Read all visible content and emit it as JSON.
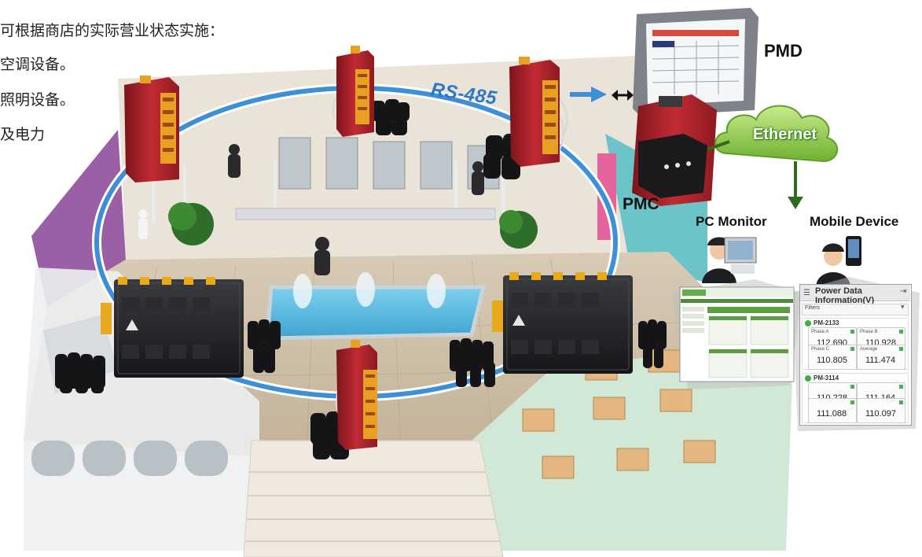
{
  "intro": {
    "lines": [
      "可根据商店的实际营业状态实施：",
      "空调设备。",
      "照明设备。",
      "及电力"
    ]
  },
  "labels": {
    "bus": "RS-485",
    "pmd": "PMD",
    "pmc": "PMC",
    "ethernet": "Ethernet",
    "pc_monitor": "PC Monitor",
    "mobile_device": "Mobile Device"
  },
  "mobile_panel": {
    "title": "Power Data Information(V)",
    "filter_label": "Filters",
    "devices": [
      {
        "name": "PM-2133",
        "readings": [
          {
            "label": "Phase A",
            "value": "112.690"
          },
          {
            "label": "Phase B",
            "value": "110.928"
          },
          {
            "label": "Phase C",
            "value": "110.805"
          },
          {
            "label": "Average",
            "value": "111.474"
          }
        ]
      },
      {
        "name": "PM-3114",
        "readings": [
          {
            "label": "",
            "value": "110.228"
          },
          {
            "label": "",
            "value": "111.164"
          },
          {
            "label": "",
            "value": "111.088"
          },
          {
            "label": "",
            "value": "110.097"
          }
        ]
      }
    ]
  },
  "colors": {
    "bus_ring": "#3d8fd6",
    "meter_red": "#b3202a",
    "meter_black": "#1e1f21",
    "cloud_green": "#8cc63f",
    "arrow_green": "#2e6b1e"
  }
}
